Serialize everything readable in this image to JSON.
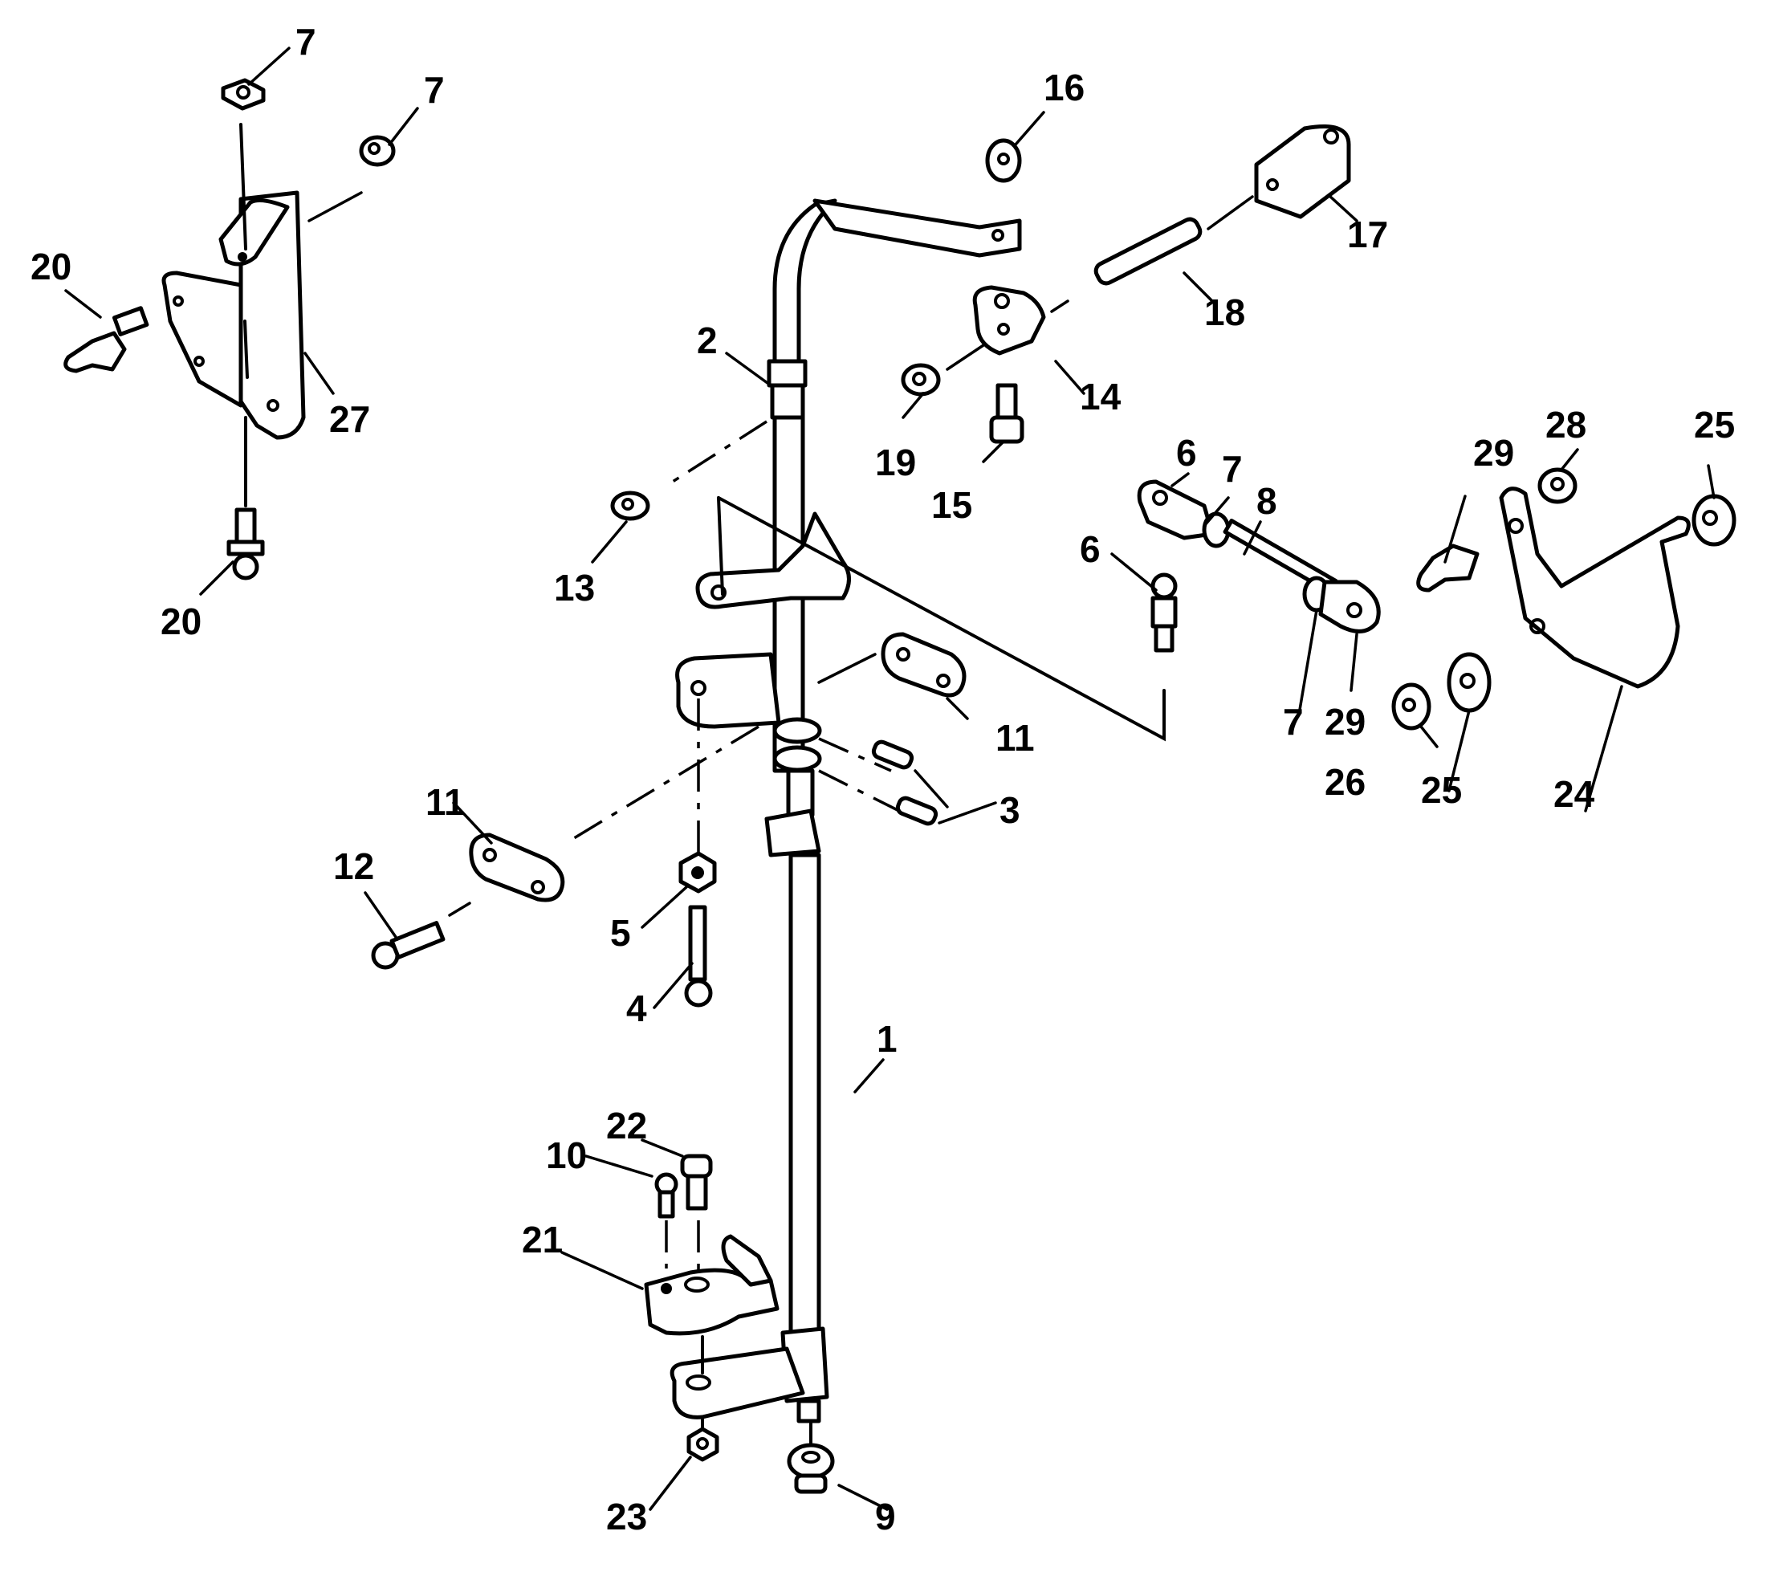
{
  "figure": {
    "type": "exploded parts diagram",
    "subject": "throttle / shift linkage assembly"
  },
  "callouts": [
    {
      "id": "c1",
      "number": "1",
      "part": "shaft"
    },
    {
      "id": "c2",
      "number": "2",
      "part": "upper shaft"
    },
    {
      "id": "c3",
      "number": "3",
      "part": "pins"
    },
    {
      "id": "c4",
      "number": "4",
      "part": "screw"
    },
    {
      "id": "c5",
      "number": "5",
      "part": "nut"
    },
    {
      "id": "c6a",
      "number": "6",
      "part": "ball joint"
    },
    {
      "id": "c6b",
      "number": "6",
      "part": "ball stud"
    },
    {
      "id": "c7a",
      "number": "7",
      "part": "nut"
    },
    {
      "id": "c7b",
      "number": "7",
      "part": "nut"
    },
    {
      "id": "c7c",
      "number": "7",
      "part": "nut"
    },
    {
      "id": "c7d",
      "number": "7",
      "part": "nut"
    },
    {
      "id": "c8",
      "number": "8",
      "part": "link rod"
    },
    {
      "id": "c9",
      "number": "9",
      "part": "bushing"
    },
    {
      "id": "c10",
      "number": "10",
      "part": "screw"
    },
    {
      "id": "c11a",
      "number": "11",
      "part": "clamp"
    },
    {
      "id": "c11b",
      "number": "11",
      "part": "clamp"
    },
    {
      "id": "c12",
      "number": "12",
      "part": "screw"
    },
    {
      "id": "c13",
      "number": "13",
      "part": "nut"
    },
    {
      "id": "c14",
      "number": "14",
      "part": "swivel"
    },
    {
      "id": "c15",
      "number": "15",
      "part": "shoulder screw"
    },
    {
      "id": "c16",
      "number": "16",
      "part": "nut"
    },
    {
      "id": "c17",
      "number": "17",
      "part": "barrel"
    },
    {
      "id": "c18",
      "number": "18",
      "part": "threaded rod"
    },
    {
      "id": "c19",
      "number": "19",
      "part": "nut"
    },
    {
      "id": "c20a",
      "number": "20",
      "part": "ball stud"
    },
    {
      "id": "c20b",
      "number": "20",
      "part": "ball stud"
    },
    {
      "id": "c21",
      "number": "21",
      "part": "cam follower"
    },
    {
      "id": "c22",
      "number": "22",
      "part": "screw"
    },
    {
      "id": "c23",
      "number": "23",
      "part": "nut"
    },
    {
      "id": "c24",
      "number": "24",
      "part": "bracket"
    },
    {
      "id": "c25a",
      "number": "25",
      "part": "washer"
    },
    {
      "id": "c25b",
      "number": "25",
      "part": "washer"
    },
    {
      "id": "c26",
      "number": "26",
      "part": "nut"
    },
    {
      "id": "c27",
      "number": "27",
      "part": "bracket"
    },
    {
      "id": "c28",
      "number": "28",
      "part": "nut"
    },
    {
      "id": "c29a",
      "number": "29",
      "part": "ball stud"
    },
    {
      "id": "c29b",
      "number": "29",
      "part": "ball stud"
    }
  ]
}
